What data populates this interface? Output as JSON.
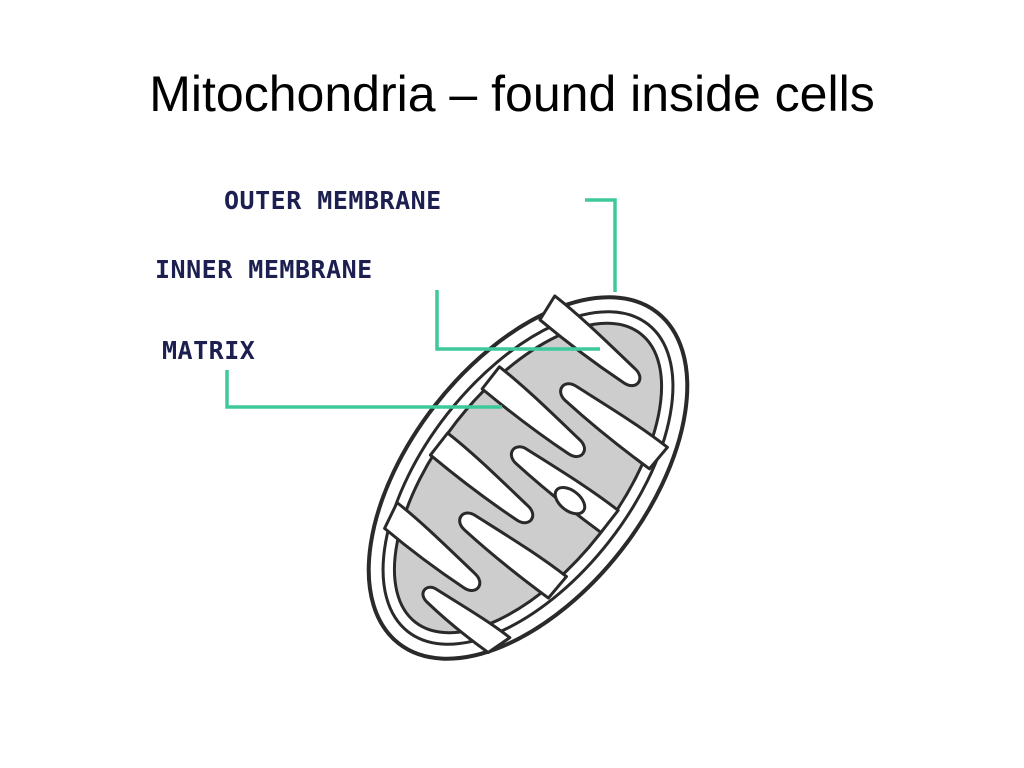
{
  "slide": {
    "title": "Mitochondria – found inside cells"
  },
  "diagram": {
    "labels": {
      "outer_membrane": "OUTER MEMBRANE",
      "inner_membrane": "INNER MEMBRANE",
      "matrix": "MATRIX"
    },
    "colors": {
      "leader_line": "#3ec99c",
      "label_text": "#1c1f4f",
      "matrix_fill": "#cdcdcd",
      "outline": "#2a2a2a"
    }
  }
}
